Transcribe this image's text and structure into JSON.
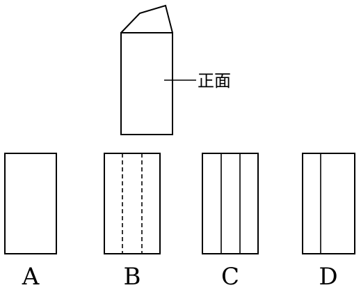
{
  "front_label": "正面",
  "options": [
    {
      "letter": "A",
      "inner_lines": [],
      "line_style": "none"
    },
    {
      "letter": "B",
      "inner_lines": [
        1,
        2
      ],
      "line_style": "dashed"
    },
    {
      "letter": "C",
      "inner_lines": [
        1,
        2
      ],
      "line_style": "solid"
    },
    {
      "letter": "D",
      "inner_lines": [
        1
      ],
      "line_style": "solid"
    }
  ]
}
